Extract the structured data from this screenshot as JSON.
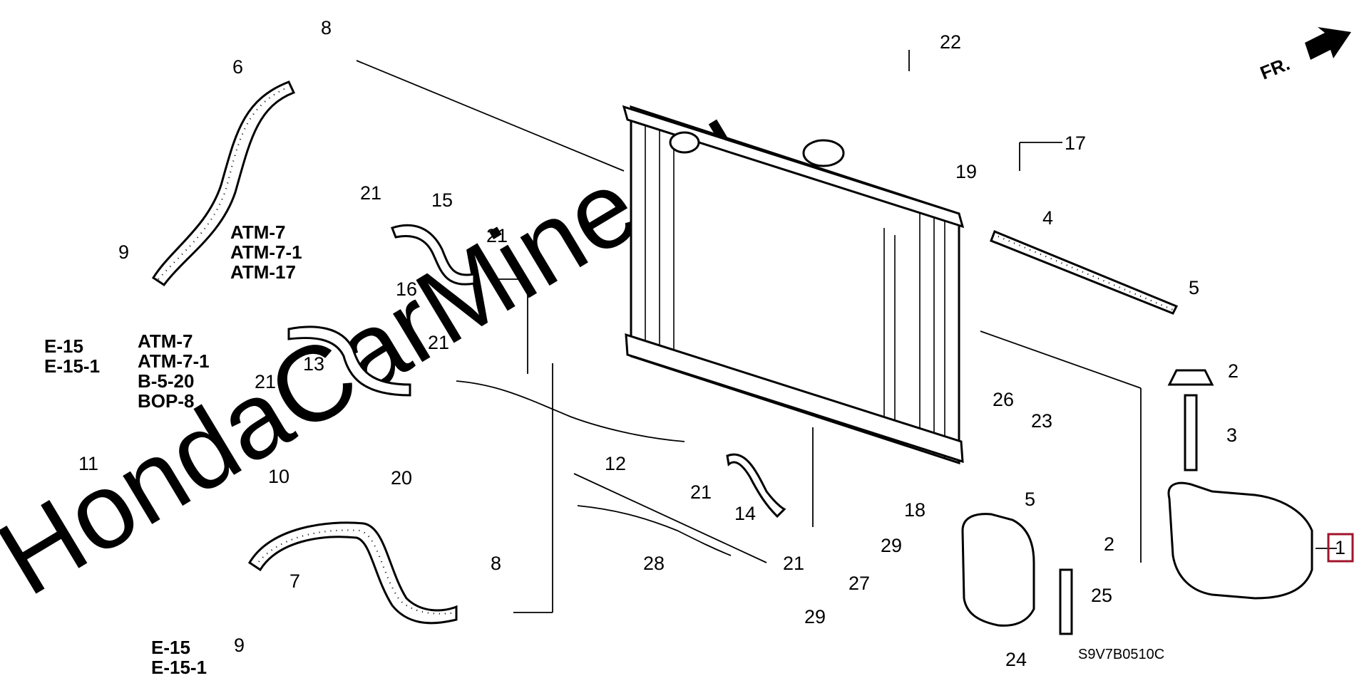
{
  "watermark": "HondaCarMine.ru",
  "front_label": "FR.",
  "diagram_code": "S9V7B0510C",
  "part_numbers": [
    "1",
    "2",
    "2",
    "3",
    "4",
    "5",
    "5",
    "6",
    "7",
    "8",
    "8",
    "9",
    "9",
    "10",
    "11",
    "12",
    "13",
    "14",
    "15",
    "16",
    "17",
    "18",
    "19",
    "20",
    "21",
    "21",
    "21",
    "21",
    "21",
    "21",
    "22",
    "23",
    "24",
    "25",
    "26",
    "27",
    "28",
    "29",
    "29"
  ],
  "ref_groups": [
    [
      "ATM-7",
      "ATM-7-1",
      "ATM-17"
    ],
    [
      "E-15",
      "E-15-1"
    ],
    [
      "ATM-7",
      "ATM-7-1",
      "B-5-20",
      "BOP-8"
    ],
    [
      "E-15",
      "E-15-1"
    ]
  ],
  "highlight_color": "#a0142c"
}
